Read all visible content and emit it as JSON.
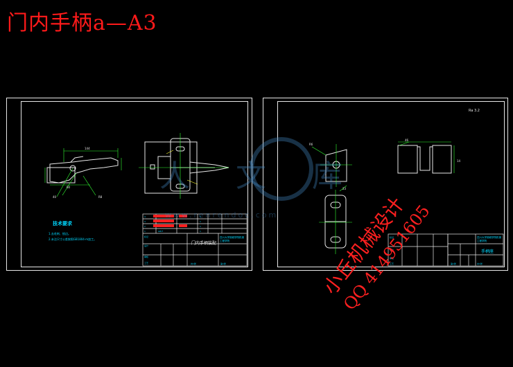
{
  "title": "门内手柄a—A3",
  "sheet_left": {
    "tech_heading": "技术要求",
    "tech_lines": [
      "1.去毛刺、锐边。",
      "2.未注尺寸公差按照GB1804-m加工。"
    ],
    "drawing_name": "门内手柄装配",
    "company": "四川大学锦城学院机械工程学院"
  },
  "sheet_right": {
    "roughness": "Ra 3.2",
    "drawing_name": "手柄座",
    "company": "四川大学锦城学院机械工程学院"
  },
  "watermark": {
    "chars": "人 文 库",
    "url": "www.renrendoc.com"
  },
  "stamp": {
    "line1": "小丘机械设计",
    "line2": "QQ 414951605"
  },
  "colors": {
    "title_red": "#ff1a1a",
    "frame": "#e8e8e8",
    "cyan": "#00d8ff",
    "green": "#33ff33",
    "yellow": "#ffff33"
  }
}
